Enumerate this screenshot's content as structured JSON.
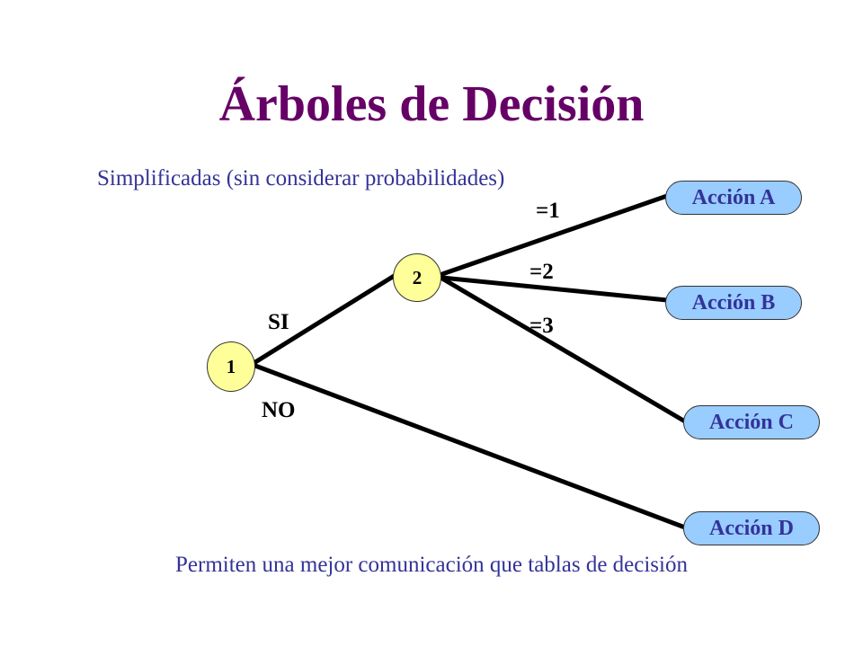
{
  "title": "Árboles de Decisión",
  "subtitle": "Simplificadas (sin considerar probabilidades)",
  "footer": "Permiten una mejor comunicación que tablas de decisión",
  "nodes": {
    "root": "1",
    "second": "2"
  },
  "edge_labels": {
    "si": "SI",
    "no": "NO",
    "eq1": "=1",
    "eq2": "=2",
    "eq3": "=3"
  },
  "actions": {
    "a": "Acción A",
    "b": "Acción B",
    "c": "Acción C",
    "d": "Acción D"
  },
  "colors": {
    "title": "#660066",
    "text": "#333399",
    "node_fill": "#ffff99",
    "action_fill": "#99ccff",
    "edge": "#000000",
    "border": "#333333",
    "label": "#000000"
  }
}
